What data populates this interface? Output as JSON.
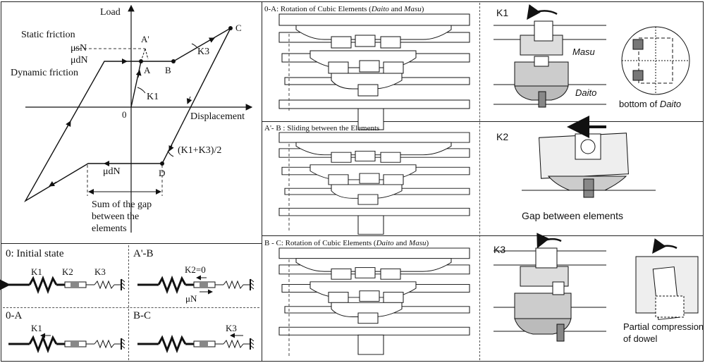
{
  "graph": {
    "y_axis": "Load",
    "x_axis": "Displacement",
    "origin": "0",
    "static_friction": "Static friction",
    "dynamic_friction": "Dynamic friction",
    "mus_n": "μsN",
    "mud_n": "μdN",
    "mud_n_lower": "μdN",
    "a_prime": "A'",
    "a": "A",
    "b": "B",
    "c": "C",
    "d": "D",
    "k1": "K1",
    "k3": "K3",
    "k_avg": "(K1+K3)/2",
    "gap_line1": "Sum of the gap",
    "gap_line2": "between the",
    "gap_line3": "elements"
  },
  "springs": {
    "initial": "0: Initial state",
    "ab": "A'-B",
    "oa": "0-A",
    "bc": "B-C",
    "k1": "K1",
    "k2": "K2",
    "k3": "K3",
    "k2_zero": "K2=0",
    "mu_n": "μN",
    "k1_oa": "K1",
    "k3_bc": "K3"
  },
  "stages": [
    {
      "caption_pre": "0-A: Rotation of Cubic Elements (",
      "daito": "Daito",
      "and": " and ",
      "masu": "Masu",
      "caption_post": ")"
    },
    {
      "caption": "A'- B : Sliding  between the Elements"
    },
    {
      "caption_pre": "B - C: Rotation of Cubic Elements (",
      "daito": "Daito",
      "and": " and ",
      "masu": "Masu",
      "caption_post": ")"
    }
  ],
  "details": {
    "k1": "K1",
    "masu": "Masu",
    "daito": "Daito",
    "bottom_pre": "bottom of ",
    "bottom_daito": "Daito",
    "k2": "K2",
    "gap": "Gap between elements",
    "k3": "K3",
    "partial1": "Partial compression",
    "partial2": "of dowel"
  }
}
